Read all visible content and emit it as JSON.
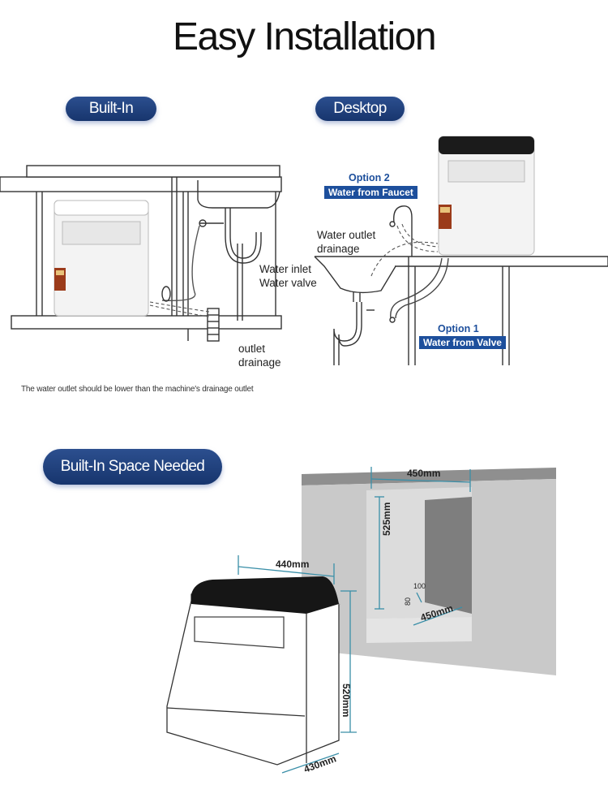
{
  "title": "Easy Installation",
  "builtin": {
    "label": "Built-In",
    "outlet_drainage": [
      "outlet",
      "drainage"
    ],
    "water_inlet": [
      "Water inlet",
      "Water valve"
    ]
  },
  "desktop": {
    "label": "Desktop",
    "option2_title": "Option 2",
    "option2_text": "Water from Faucet",
    "option1_title": "Option 1",
    "option1_text": "Water from Valve",
    "outlet_label": [
      "Water outlet",
      "drainage"
    ]
  },
  "note": "The water outlet should be lower than the machine's drainage outlet",
  "space": {
    "label": "Built-In Space Needed",
    "cabinet_width": "450mm",
    "cabinet_height": "525mm",
    "cabinet_depth": "450mm",
    "step_a": "100",
    "step_b": "80",
    "machine_width": "440mm",
    "machine_height": "520mm",
    "machine_depth": "430mm"
  },
  "colors": {
    "pill": "#17356d",
    "option": "#1d4f9c",
    "cabinet": "#c9c9c9"
  }
}
